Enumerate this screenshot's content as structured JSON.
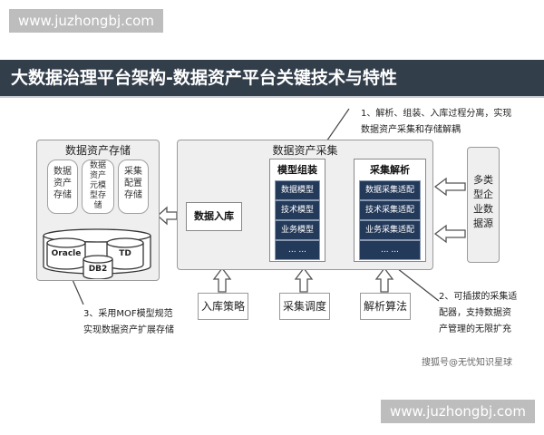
{
  "watermark_top": "www.juzhongbj.com",
  "watermark_bottom": "www.juzhongbj.com",
  "title": "大数据治理平台架构-数据资产平台关键技术与特性",
  "storage": {
    "title": "数据资产存储",
    "modules": [
      "数据\n资产\n存储",
      "数据\n资产\n元模\n型存\n储",
      "采集\n配置\n存储"
    ],
    "databases": [
      "Oracle",
      "TD",
      "DB2"
    ]
  },
  "collect": {
    "title": "数据资产采集",
    "inbound": "数据入库",
    "model_assembly": {
      "title": "模型组装",
      "items": [
        "数据模型",
        "技术模型",
        "业务模型",
        "... ..."
      ]
    },
    "collect_parse": {
      "title": "采集解析",
      "items": [
        "数据采集适配",
        "技术采集适配",
        "业务采集适配",
        "... ..."
      ]
    }
  },
  "sources": "多类\n型企\n业数\n据源",
  "strategies": [
    "入库策略",
    "采集调度",
    "解析算法"
  ],
  "notes": {
    "note1": "1、解析、组装、入库过程分离，实现\n数据资产采集和存储解耦",
    "note2": "2、可插拔的采集适\n配器，支持数据资\n产管理的无限扩充",
    "note3": "3、采用MOF模型规范\n实现数据资产扩展存储"
  },
  "credit": "搜狐号@无忧知识星球"
}
